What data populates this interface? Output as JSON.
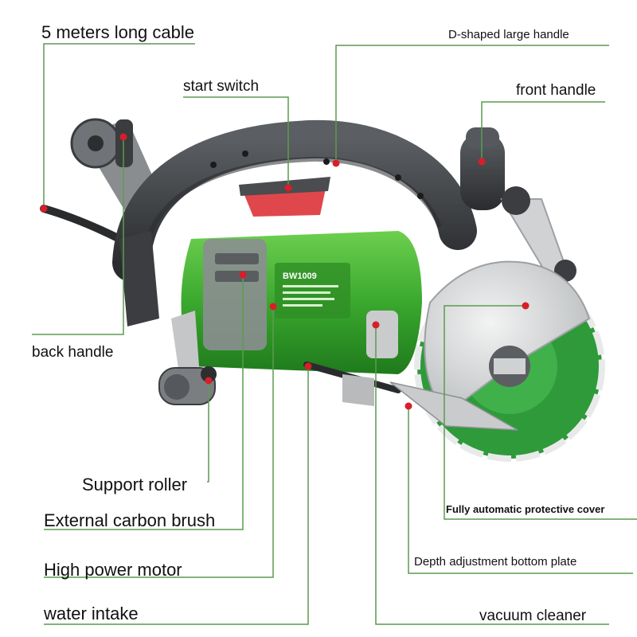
{
  "labels": {
    "cable": "5 meters long cable",
    "d_handle": "D-shaped large handle",
    "start_switch": "start switch",
    "front_handle": "front handle",
    "back_handle": "back handle",
    "support_roller": "Support roller",
    "carbon_brush": "External carbon brush",
    "motor": "High power motor",
    "water_intake": "water intake",
    "protective_cover": "Fully automatic protective cover",
    "depth_plate": "Depth adjustment bottom plate",
    "vacuum": "vacuum cleaner"
  },
  "product": {
    "model": "BW1009"
  },
  "colors": {
    "body_green": "#3aa82e",
    "handle_dark": "#3b3d40",
    "guard_silver": "#d9dbdc",
    "blade_green": "#2e9a3a",
    "switch_red": "#e0474c",
    "leader_green": "#5a9c4f",
    "dot_red": "#d81e2a"
  }
}
